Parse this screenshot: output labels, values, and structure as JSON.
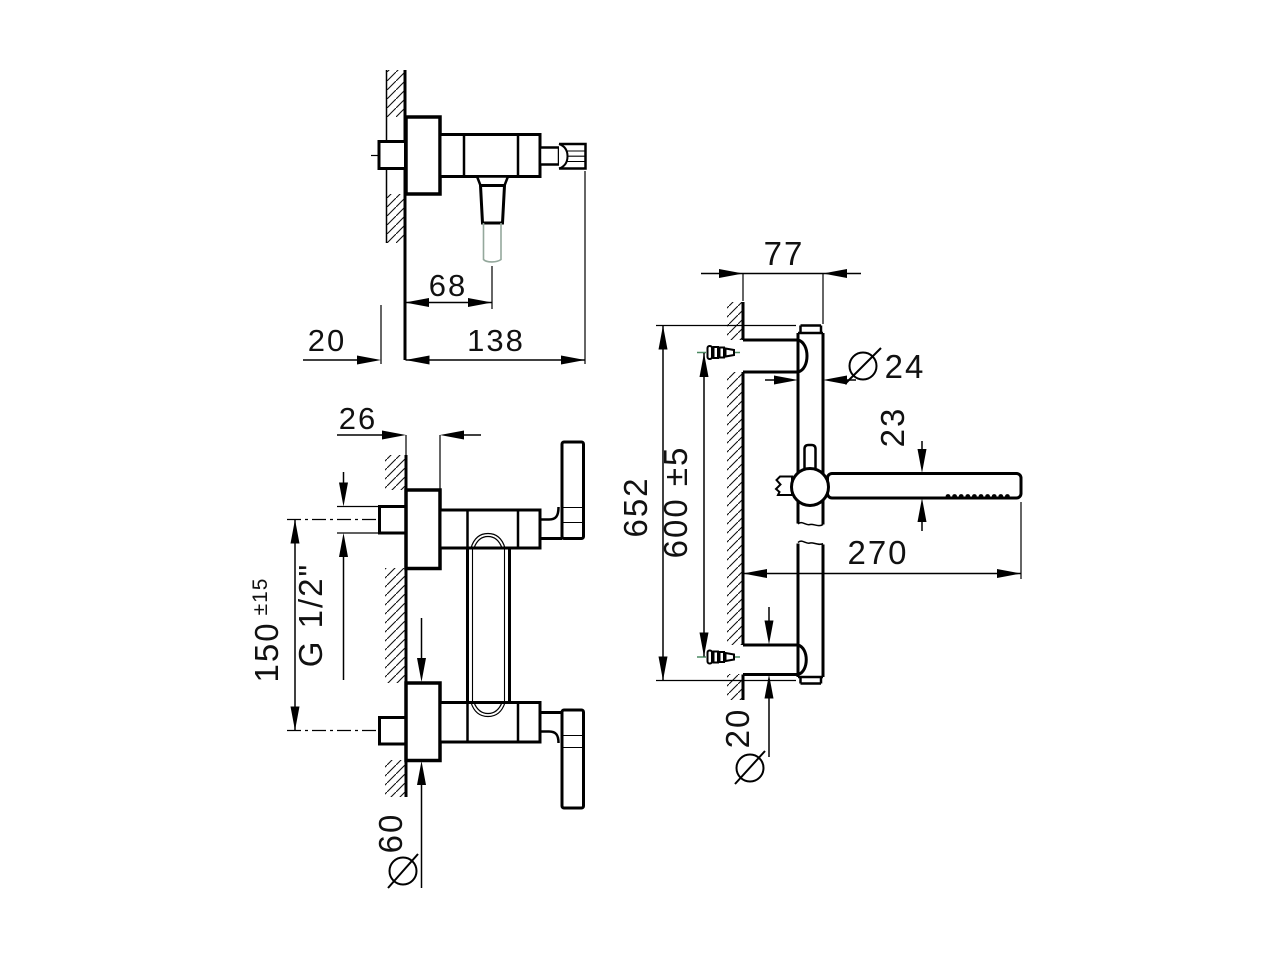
{
  "drawing": {
    "type": "bathroom faucet technical dimension drawing",
    "colors": {
      "background": "#ffffff",
      "ink": "#000000",
      "centerline_green": "#4c8a62",
      "outlet_tube_grey_green": "#94a89c"
    }
  },
  "plan_view": {
    "dim_outlet_offset": "68",
    "dim_wall_thickness": "20",
    "dim_total_projection": "138"
  },
  "front_view": {
    "dim_escutcheon_depth": "26",
    "dim_inlet_spacing": "150",
    "dim_inlet_spacing_tolerance": "±15",
    "label_thread": "G 1/2\"",
    "diameter_symbol": "Ø",
    "dim_escutcheon_diameter_value": "60"
  },
  "rail_view": {
    "dim_bracket_projection": "77",
    "diameter_symbol": "Ø",
    "dim_rail_diameter_value": "24",
    "dim_handshower_diameter": "23",
    "dim_total_height": "652",
    "dim_bracket_spacing": "600 ±5",
    "dim_handshower_length": "270",
    "dim_bracket_arm_diameter_value": "20"
  }
}
